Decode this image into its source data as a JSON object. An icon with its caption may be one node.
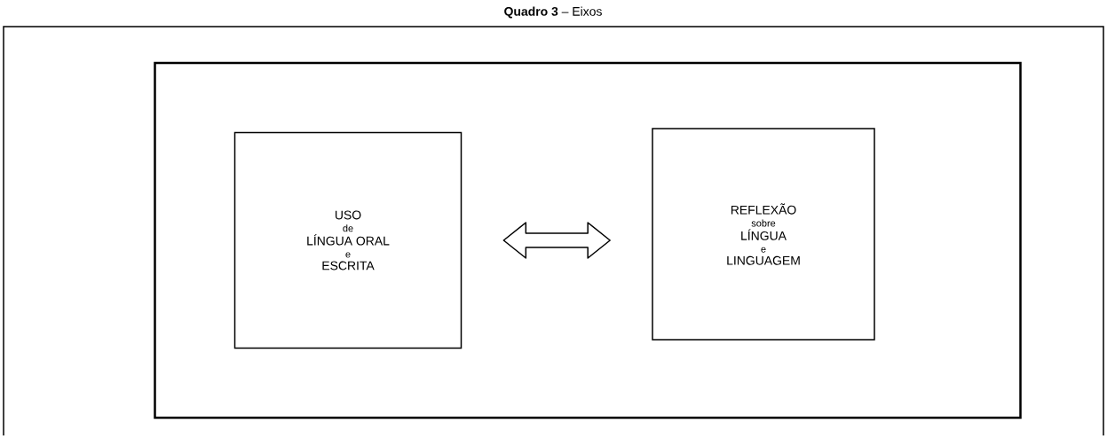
{
  "diagram": {
    "title": "**Quadro 3** – Eixos",
    "nodes": [
      {
        "text": [],
        "shape": "box"
      },
      {
        "text": [
          "USO",
          "de",
          "LÍNGUA ORAL",
          "e",
          "ESCRITA"
        ],
        "in": 0
      },
      {
        "text": [
          "REFLEXÃO",
          "sobre",
          "LÍNGUA",
          "e",
          "LINGUAGEM"
        ],
        "in": 0
      }
    ],
    "edges": [
      {
        "from": 1,
        "to": 2,
        "arrow": "both"
      }
    ]
  }
}
